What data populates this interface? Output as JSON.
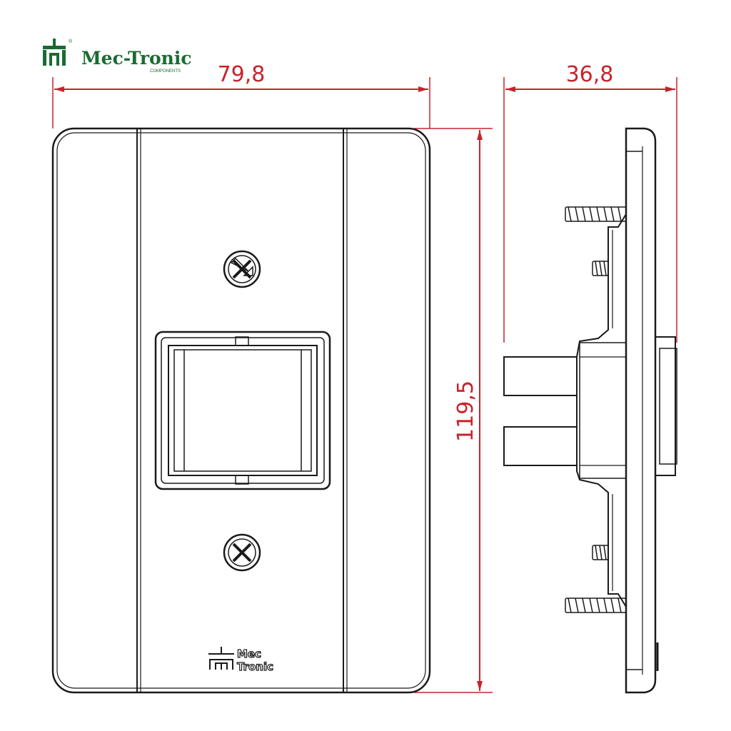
{
  "brand": {
    "name": "Mec-Tronic",
    "tagline": "COMPONENTS",
    "registered_mark": "®",
    "color": "#1a6b33"
  },
  "dimensions": {
    "width": "79,8",
    "depth": "36,8",
    "height": "119,5",
    "color": "#c8232c"
  },
  "plate_marking": {
    "line1": "Mec",
    "line2": "Tronic"
  },
  "line_color": "#1a1a1a"
}
